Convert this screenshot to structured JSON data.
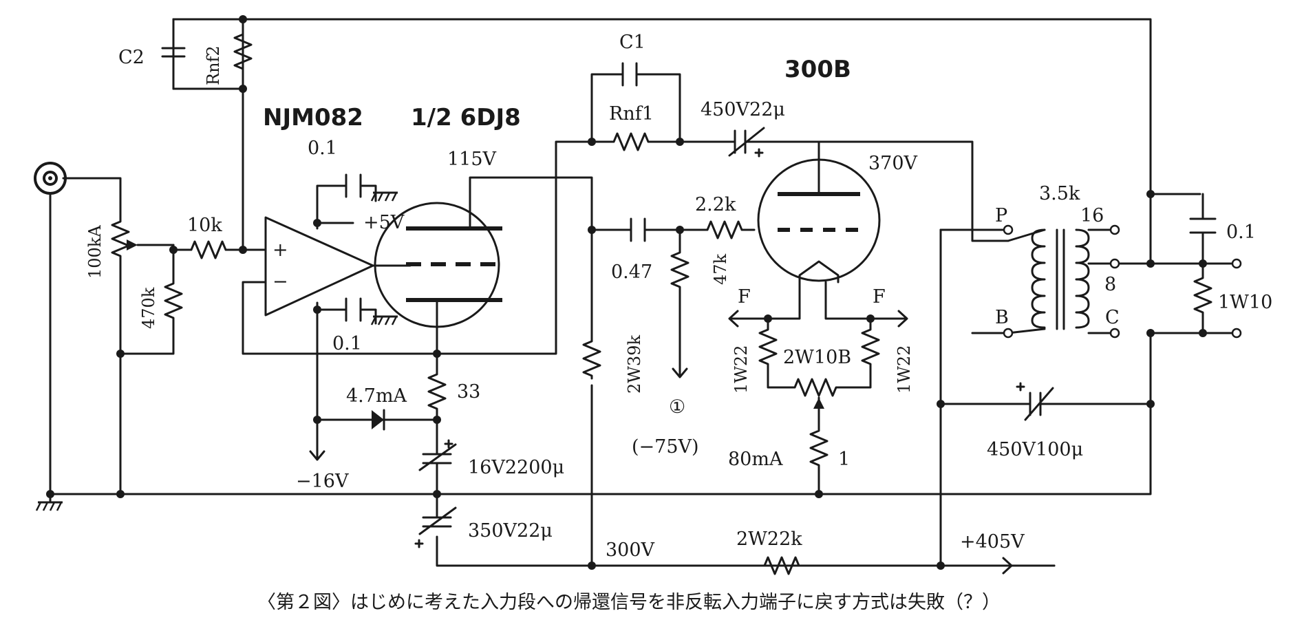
{
  "labels": {
    "c2": "C2",
    "rnf2": "Rnf2",
    "c1": "C1",
    "rnf1": "Rnf1",
    "cap_450v22": "450V22μ",
    "tube_300b": "300B",
    "opamp": "NJM082",
    "tube_6dj8": "1/2 6DJ8",
    "cap_0_1_top": "0.1",
    "v_115": "115V",
    "v_370": "370V",
    "plus_5v": "+5V",
    "r_2k2": "2.2k",
    "trans_3k5": "3.5k",
    "tap_16": "16",
    "cap_0_1_right": "0.1",
    "pot_100ka": "100kA",
    "r_10k": "10k",
    "cap_0_47": "0.47",
    "r_47k": "47k",
    "term_p": "P",
    "tap_8": "8",
    "r_470k": "470k",
    "cap_0_1_bottom": "0.1",
    "f_left": "F",
    "f_right": "F",
    "r_1w10": "1W10",
    "r_2w39k": "2W39k",
    "r_1w22_left": "1W22",
    "r_2w10b": "2W10B",
    "r_1w22_right": "1W22",
    "term_b": "B",
    "term_c": "C",
    "i_4_7ma": "4.7mA",
    "r_33": "33",
    "node_1": "①",
    "cap_450v100": "450V100μ",
    "cap_16v2200": "16V2200μ",
    "v_minus_75": "(−75V)",
    "i_80ma": "80mA",
    "r_1": "1",
    "v_minus_16": "−16V",
    "cap_350v22": "350V22μ",
    "r_2w22k": "2W22k",
    "v_300": "300V",
    "v_plus_405": "+405V",
    "opamp_plus": "+",
    "opamp_minus": "−",
    "caption": "〈第２図〉はじめに考えた入力段への帰還信号を非反転入力端子に戻す方式は失敗（？）"
  }
}
